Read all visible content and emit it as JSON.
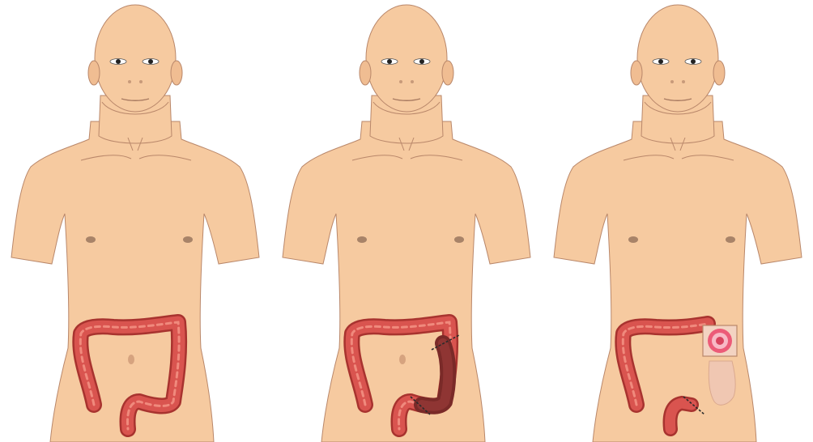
{
  "figures": [
    {
      "id": "figure-normal-colon",
      "variant": "normal"
    },
    {
      "id": "figure-resected-segment",
      "variant": "resection"
    },
    {
      "id": "figure-colostomy",
      "variant": "colostomy"
    }
  ],
  "colors": {
    "skin": "#f6caa0",
    "skin_shadow": "#e6b084",
    "outline": "#b9876a",
    "colon": "#d9544f",
    "colon_dark": "#a8332f",
    "colon_band": "#f08a7d",
    "resected": "#7a2a28",
    "stoma_box": "#f3d3c2",
    "stoma_pink": "#ec5b78",
    "stoma_light": "#f8b9c6",
    "suture": "#2b2b2b",
    "eye": "#222222",
    "nipple": "#a88368"
  },
  "icons": [
    "human-torso-icon",
    "colon-icon",
    "suture-icon",
    "stoma-icon"
  ]
}
